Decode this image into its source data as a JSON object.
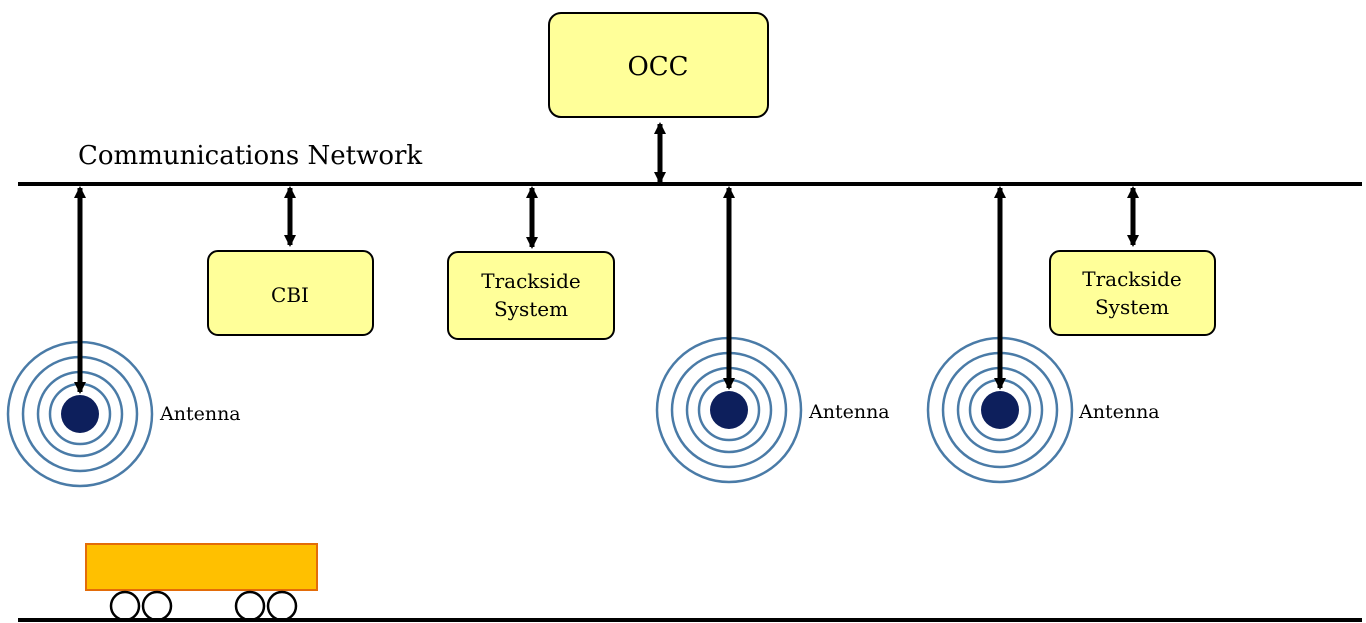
{
  "network": {
    "label": "Communications Network"
  },
  "occ": {
    "label": "OCC"
  },
  "cbi": {
    "label": "CBI"
  },
  "trackside_1": {
    "line1": "Trackside",
    "line2": "System"
  },
  "trackside_2": {
    "line1": "Trackside",
    "line2": "System"
  },
  "antennas": [
    {
      "label": "Antenna"
    },
    {
      "label": "Antenna"
    },
    {
      "label": "Antenna"
    }
  ],
  "colors": {
    "box_fill": "#FFFF99",
    "box_stroke": "#000000",
    "antenna_ring": "#4A7BA7",
    "antenna_core": "#0D1F5C",
    "train_fill": "#FFC000",
    "train_stroke": "#E36C09",
    "line": "#000000"
  }
}
